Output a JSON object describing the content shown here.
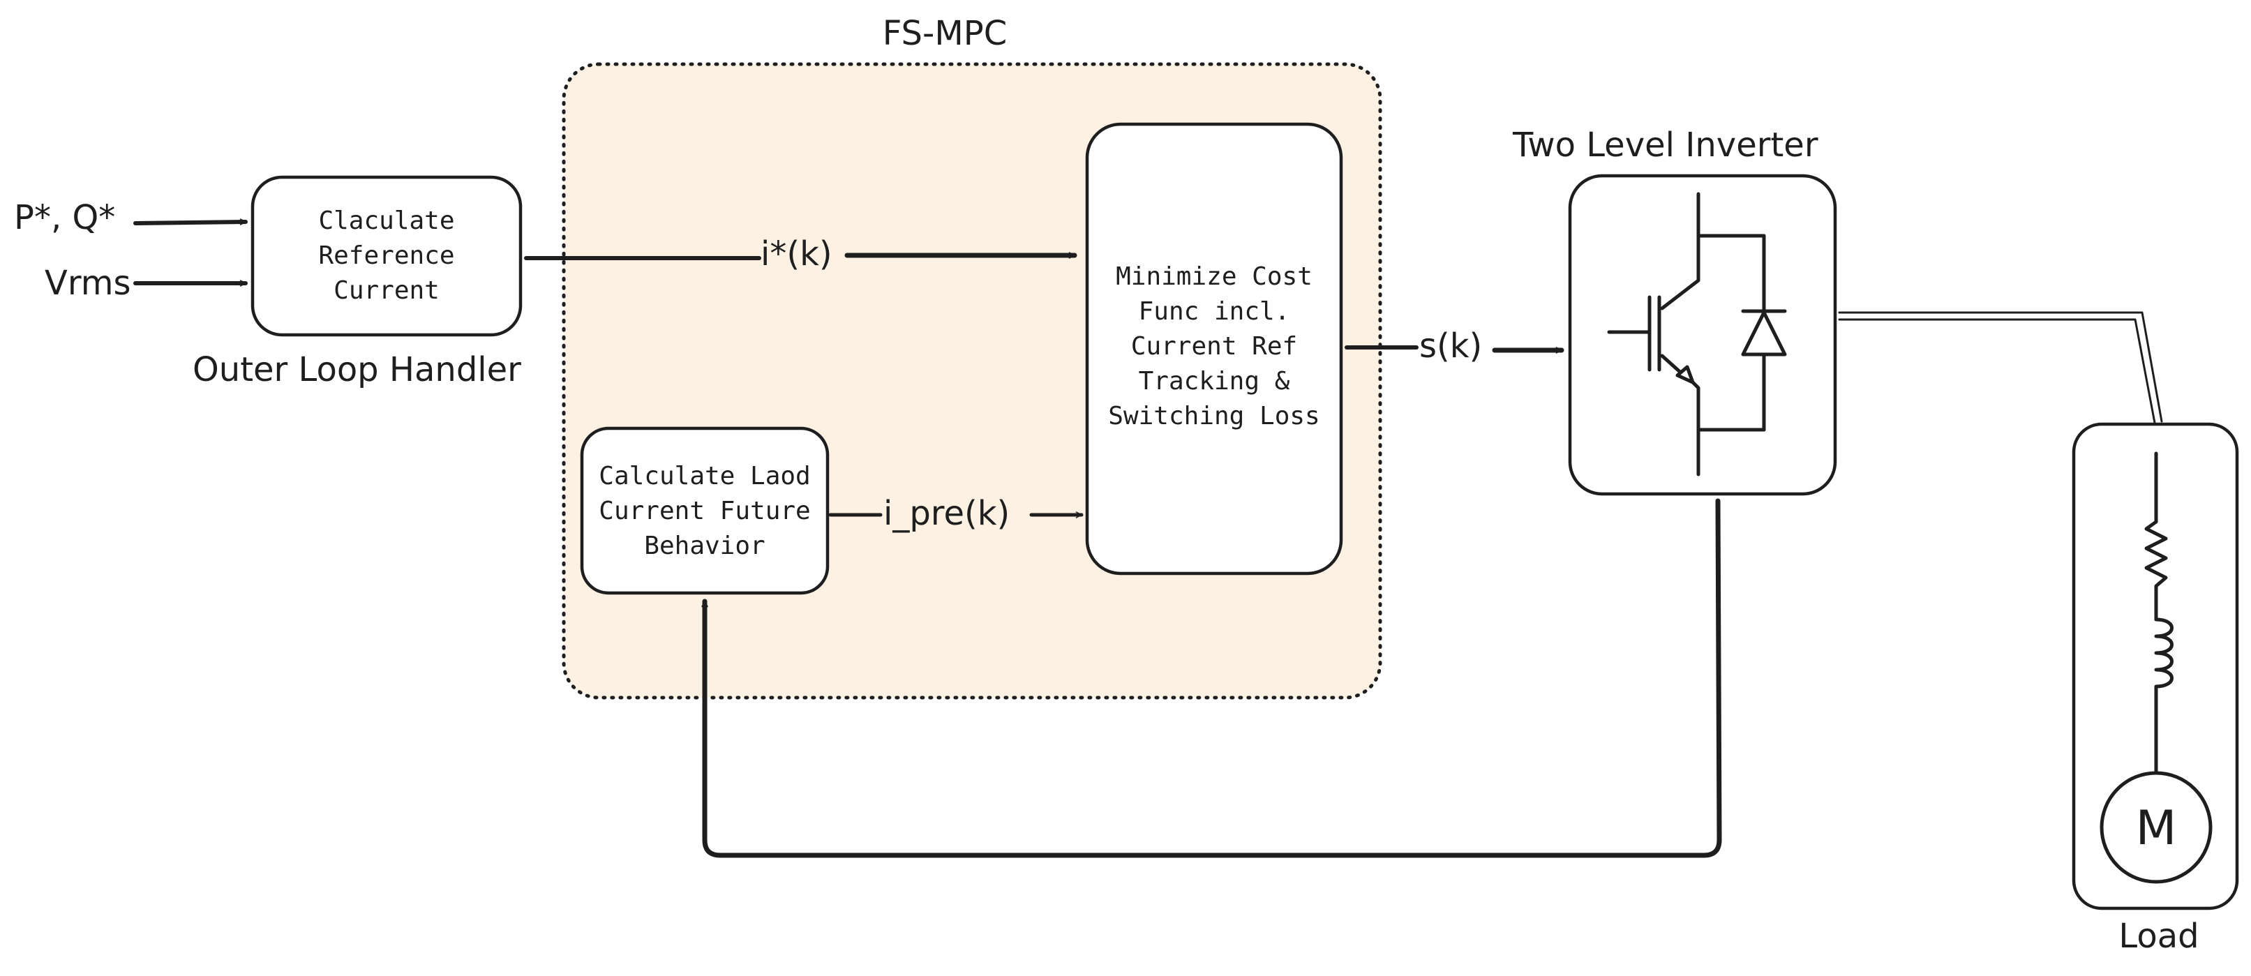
{
  "diagram": {
    "fsmpc_label": "FS-MPC",
    "inputs": {
      "pq_label": "P*, Q*",
      "vrms_label": "Vrms"
    },
    "ref_block": {
      "lines": [
        "Claculate",
        "Reference",
        "Current"
      ],
      "caption": "Outer Loop Handler"
    },
    "predict_block": {
      "lines": [
        "Calculate Laod",
        "Current Future",
        "Behavior"
      ]
    },
    "cost_block": {
      "lines": [
        "Minimize Cost",
        "Func incl.",
        "Current Ref",
        "Tracking &",
        "Switching Loss"
      ]
    },
    "signals": {
      "ref_signal": "i*(k)",
      "pred_signal": "i_pre(k)",
      "switch_signal": "s(k)"
    },
    "inverter": {
      "caption": "Two Level Inverter"
    },
    "load": {
      "motor_letter": "M",
      "caption": "Load"
    },
    "colors": {
      "fsmpc_fill": "#fdf1e3",
      "stroke": "#1e1e1e"
    }
  }
}
